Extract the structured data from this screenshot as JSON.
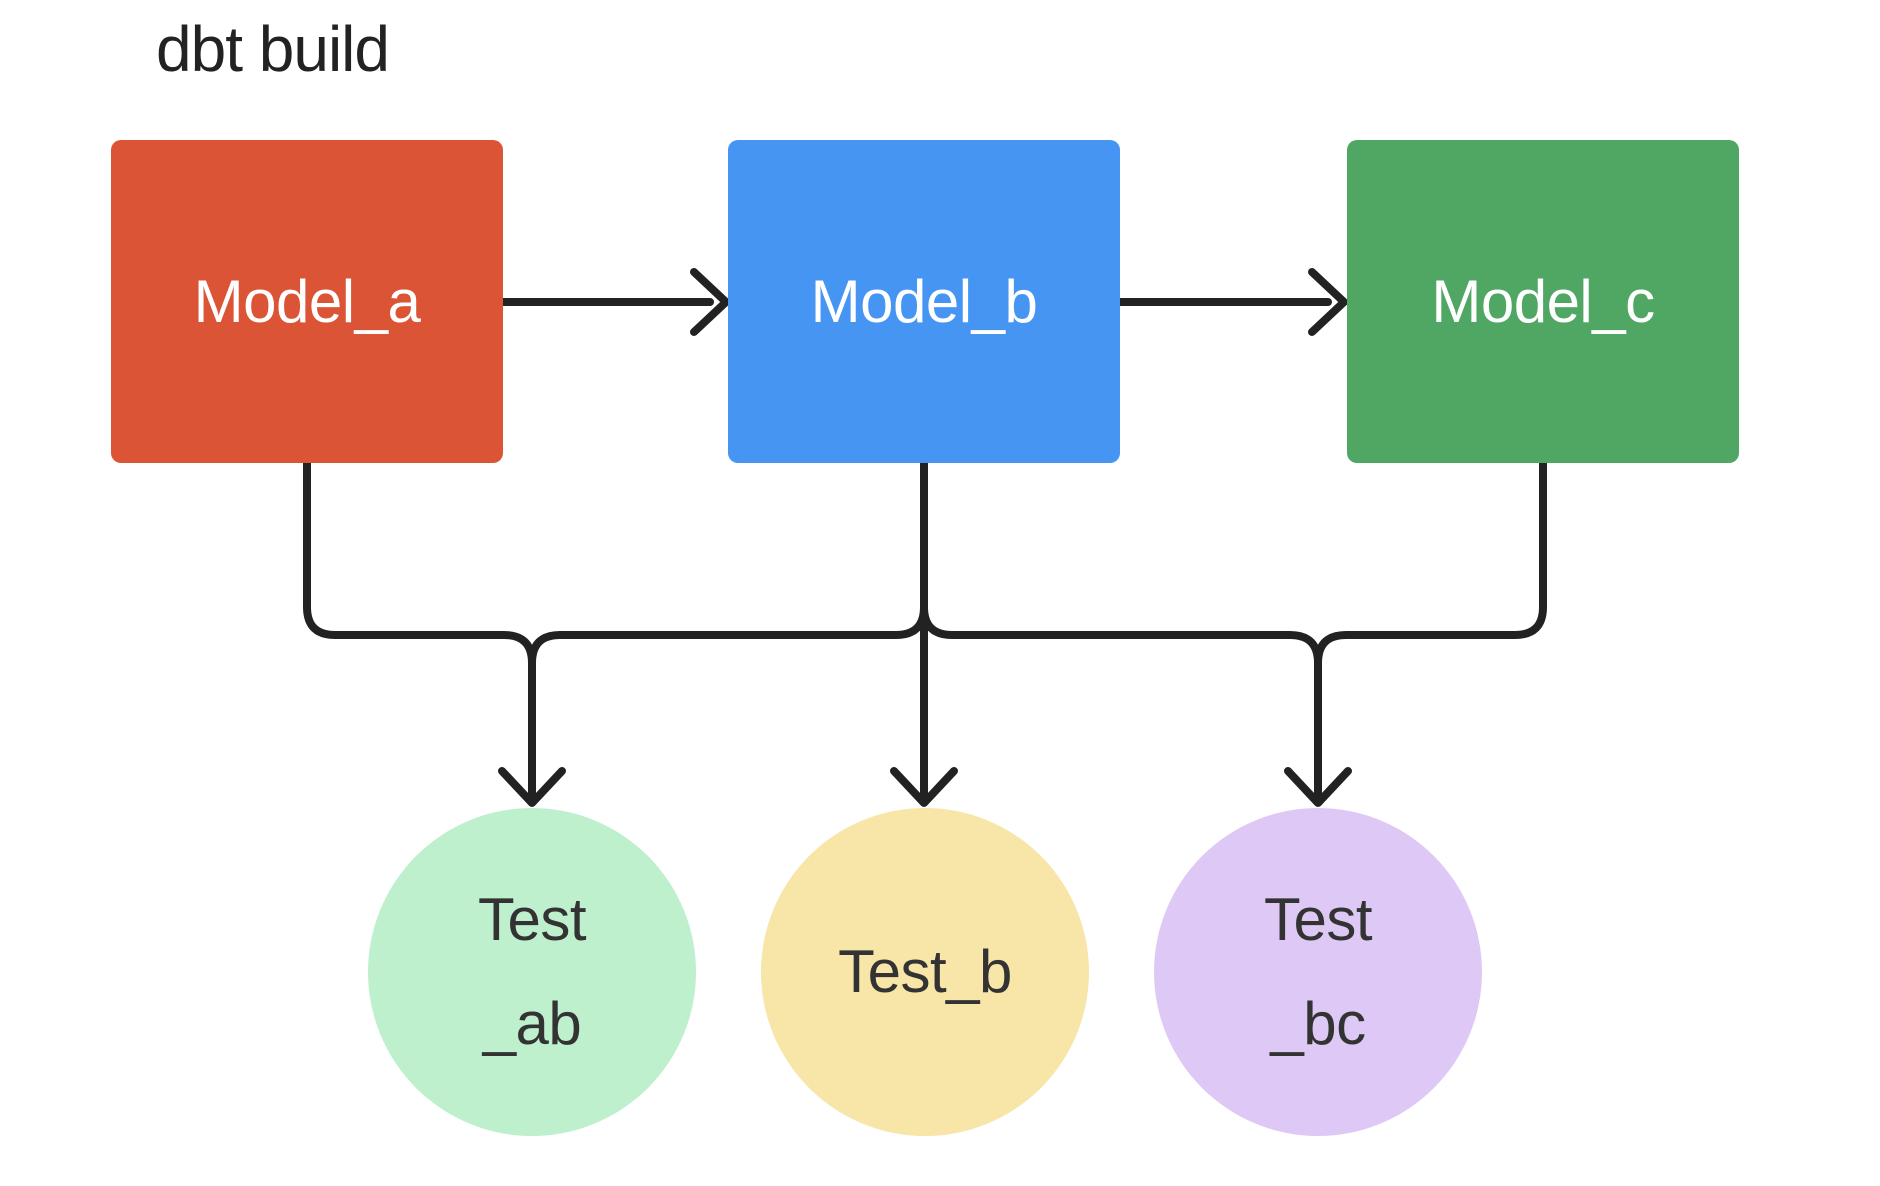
{
  "title": "dbt build",
  "colors": {
    "background": "#ffffff",
    "edge": "#222222",
    "title_text": "#222222",
    "model_label": "#ffffff",
    "test_label": "#333333"
  },
  "models": [
    {
      "id": "model_a",
      "label": "Model_a",
      "fill": "#db5435"
    },
    {
      "id": "model_b",
      "label": "Model_b",
      "fill": "#4695f2"
    },
    {
      "id": "model_c",
      "label": "Model_c",
      "fill": "#50a764"
    }
  ],
  "tests": [
    {
      "id": "test_ab",
      "label": "Test\n_ab",
      "fill": "#bef0cd"
    },
    {
      "id": "test_b",
      "label": "Test_b",
      "fill": "#f7e6a7"
    },
    {
      "id": "test_bc",
      "label": "Test\n_bc",
      "fill": "#dec9f6"
    }
  ],
  "edges": [
    {
      "from": "Model_a",
      "to": "Model_b"
    },
    {
      "from": "Model_b",
      "to": "Model_c"
    },
    {
      "from": "Model_a",
      "to": "Test_ab"
    },
    {
      "from": "Model_b",
      "to": "Test_ab"
    },
    {
      "from": "Model_b",
      "to": "Test_b"
    },
    {
      "from": "Model_b",
      "to": "Test_bc"
    },
    {
      "from": "Model_c",
      "to": "Test_bc"
    }
  ]
}
